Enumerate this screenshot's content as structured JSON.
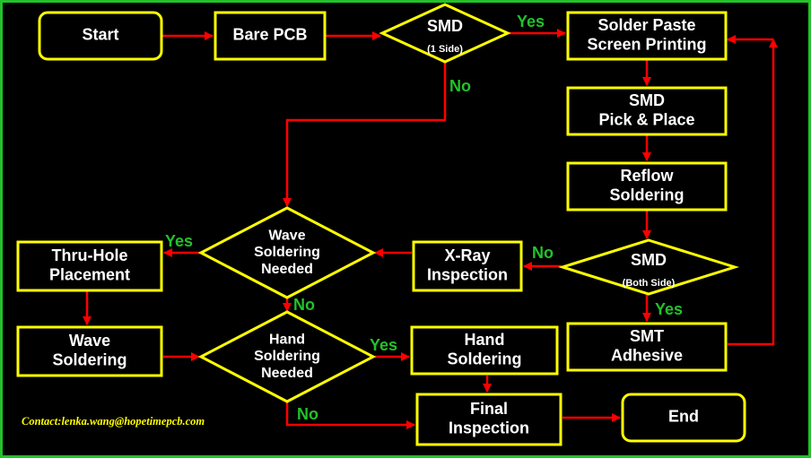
{
  "colors": {
    "background": "#000000",
    "frame": "#22c22a",
    "node_border": "#ffff00",
    "node_text": "#ffffff",
    "arrow": "#ff0000",
    "branch_label": "#22c22a",
    "contact_text": "#ffff00"
  },
  "nodes": {
    "start": {
      "lines": [
        "Start"
      ]
    },
    "bare_pcb": {
      "lines": [
        "Bare PCB"
      ]
    },
    "smd_one_side": {
      "lines": [
        "SMD"
      ],
      "sub": "(1 Side)"
    },
    "solder_paste": {
      "lines": [
        "Solder Paste",
        "Screen Printing"
      ]
    },
    "pick_place": {
      "lines": [
        "SMD",
        "Pick & Place"
      ]
    },
    "reflow": {
      "lines": [
        "Reflow",
        "Soldering"
      ]
    },
    "smd_both_sides": {
      "lines": [
        "SMD"
      ],
      "sub": "(Both Side)"
    },
    "smt_adhesive": {
      "lines": [
        "SMT",
        "Adhesive"
      ]
    },
    "xray": {
      "lines": [
        "X-Ray",
        "Inspection"
      ]
    },
    "wave_needed": {
      "lines": [
        "Wave",
        "Soldering",
        "Needed"
      ]
    },
    "thru_hole": {
      "lines": [
        "Thru-Hole",
        "Placement"
      ]
    },
    "wave_soldering": {
      "lines": [
        "Wave",
        "Soldering"
      ]
    },
    "hand_needed": {
      "lines": [
        "Hand",
        "Soldering",
        "Needed"
      ]
    },
    "hand_soldering": {
      "lines": [
        "Hand",
        "Soldering"
      ]
    },
    "final_inspection": {
      "lines": [
        "Final",
        "Inspection"
      ]
    },
    "end": {
      "lines": [
        "End"
      ]
    }
  },
  "labels": {
    "smd1_yes": "Yes",
    "smd1_no": "No",
    "smd2_no": "No",
    "smd2_yes": "Yes",
    "wave_yes": "Yes",
    "wave_no": "No",
    "hand_yes": "Yes",
    "hand_no": "No"
  },
  "contact": "Contact:lenka.wang@hopetimepcb.com"
}
